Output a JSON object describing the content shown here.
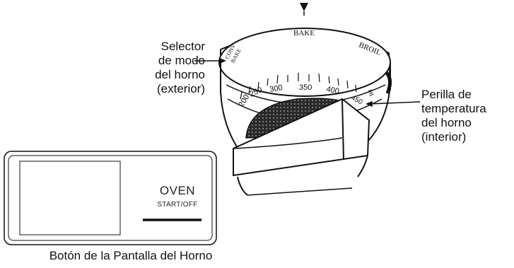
{
  "knob": {
    "mode_labels": {
      "bake": "BAKE",
      "broil": "BROIL",
      "conv_bake_line1": "CONV",
      "conv_bake_line2": "BAKE"
    },
    "temperatures": [
      "200",
      "250",
      "300",
      "350",
      "400",
      "450",
      "HI"
    ]
  },
  "callouts": {
    "mode_selector": [
      "Selector",
      "de modo",
      "del horno",
      "(exterior)"
    ],
    "temp_knob": [
      "Perilla de",
      "temperatura",
      "del horno",
      "(interior)"
    ]
  },
  "button_panel": {
    "title": "OVEN",
    "subtitle": "START/OFF"
  },
  "caption": "Botón de la Pantalla del Horno"
}
